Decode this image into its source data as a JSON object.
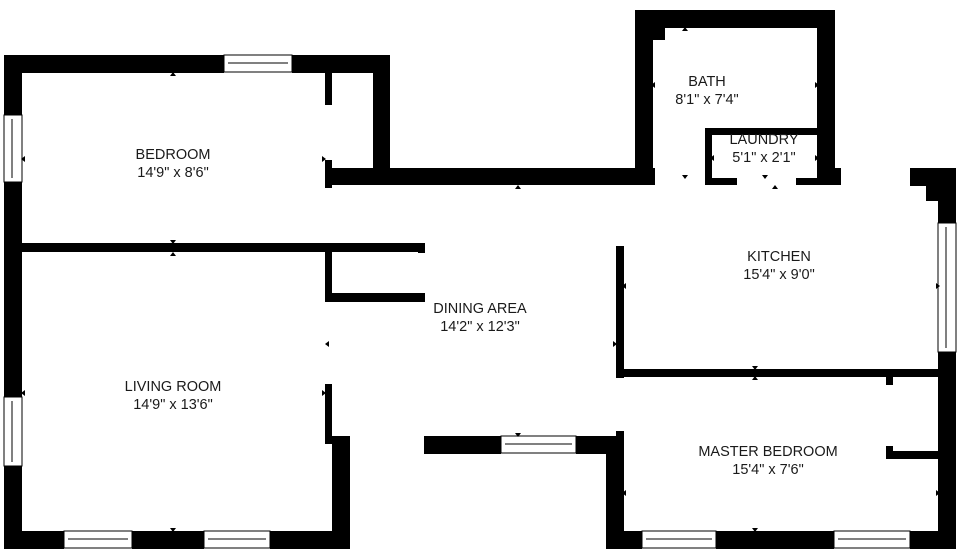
{
  "floorplan": {
    "rooms": [
      {
        "name": "BEDROOM",
        "dims": "14'9\" x 8'6\""
      },
      {
        "name": "BATH",
        "dims": "8'1\" x 7'4\""
      },
      {
        "name": "LAUNDRY",
        "dims": "5'1\" x 2'1\""
      },
      {
        "name": "KITCHEN",
        "dims": "15'4\" x 9'0\""
      },
      {
        "name": "DINING AREA",
        "dims": "14'2\" x 12'3\""
      },
      {
        "name": "LIVING ROOM",
        "dims": "14'9\" x 13'6\""
      },
      {
        "name": "MASTER BEDROOM",
        "dims": "15'4\" x 7'6\""
      }
    ],
    "colors": {
      "wall": "#000000",
      "background": "#ffffff",
      "text": "#1a1a1a"
    }
  }
}
